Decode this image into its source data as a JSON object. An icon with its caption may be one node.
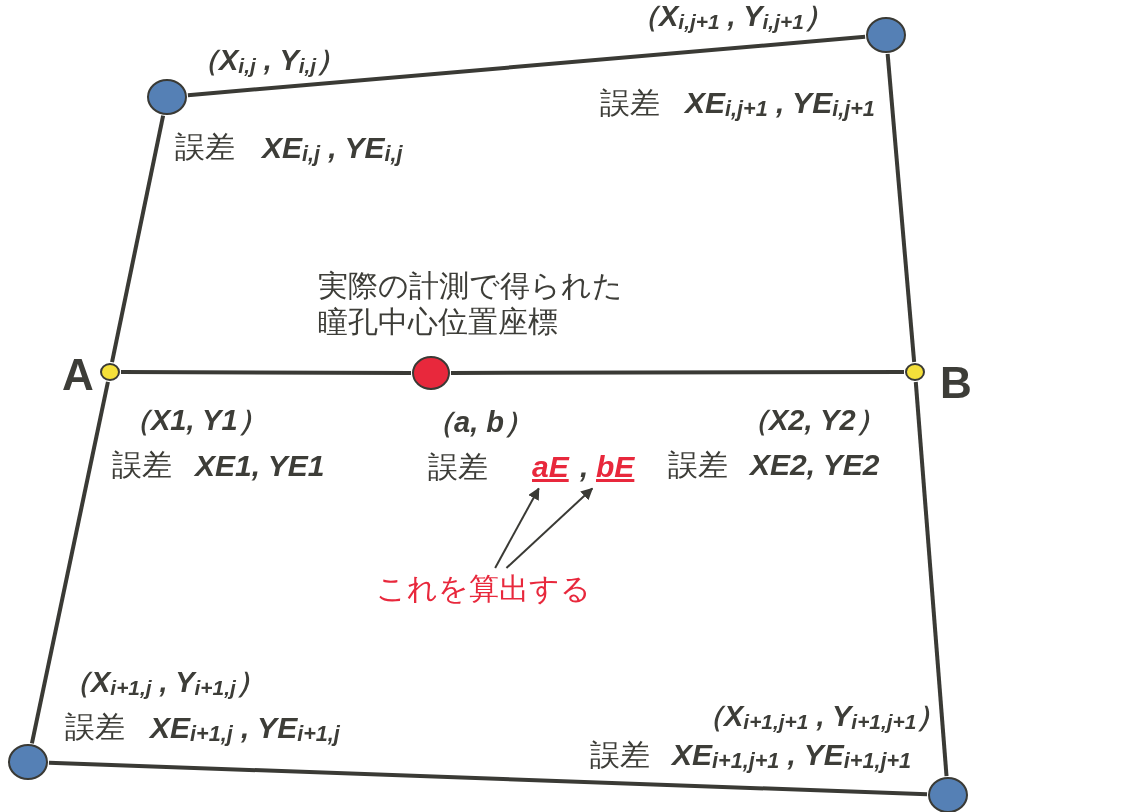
{
  "diagram": {
    "nodes": [
      {
        "text": [],
        "shape": "circle",
        "beside": [
          "（X$_{i,j}$ , Y$_{i,j}$）",
          "誤差",
          "XE$_{i,j}$ , YE$_{i,j}$"
        ]
      },
      {
        "text": [],
        "shape": "circle",
        "beside": [
          "（X$_{i,j+1}$ , Y$_{i,j+1}$）",
          "誤差",
          "XE$_{i,j+1}$ , YE$_{i,j+1}$"
        ]
      },
      {
        "text": [],
        "shape": "circle",
        "beside": [
          "（X$_{i+1,j}$ , Y$_{i+1,j}$）",
          "誤差",
          "XE$_{i+1,j}$ , YE$_{i+1,j}$"
        ]
      },
      {
        "text": [],
        "shape": "circle",
        "beside": [
          "（X$_{i+1,j+1}$ , Y$_{i+1,j+1}$）",
          "誤差",
          "XE$_{i+1,j+1}$ , YE$_{i+1,j+1}$"
        ]
      },
      {
        "text": [],
        "shape": "circle",
        "beside": [
          "A",
          "（X1, Y1）",
          "誤差",
          "XE1, YE1"
        ]
      },
      {
        "text": [],
        "shape": "circle",
        "beside": [
          "B",
          "（X2, Y2）",
          "誤差",
          "XE2, YE2"
        ]
      },
      {
        "text": [],
        "shape": "circle",
        "beside": [
          "実際の計測で得られた瞳孔中心位置座標",
          "（a, b）",
          "誤差"
        ]
      },
      {
        "text": [
          "aE"
        ]
      },
      {
        "text": [
          "bE"
        ]
      },
      {
        "text": [
          "これを算出する"
        ]
      }
    ],
    "edges": [
      {
        "from": 0,
        "to": 1,
        "arrow": "none"
      },
      {
        "from": 0,
        "to": 4,
        "arrow": "none"
      },
      {
        "from": 4,
        "to": 2,
        "arrow": "none"
      },
      {
        "from": 1,
        "to": 5,
        "arrow": "none"
      },
      {
        "from": 5,
        "to": 3,
        "arrow": "none"
      },
      {
        "from": 4,
        "to": 6,
        "arrow": "none"
      },
      {
        "from": 6,
        "to": 5,
        "arrow": "none"
      },
      {
        "from": 2,
        "to": 3,
        "arrow": "none"
      },
      {
        "from": 9,
        "to": 7,
        "arrow": "to"
      },
      {
        "from": 9,
        "to": 8,
        "arrow": "to"
      }
    ],
    "labels": [
      ","
    ]
  }
}
